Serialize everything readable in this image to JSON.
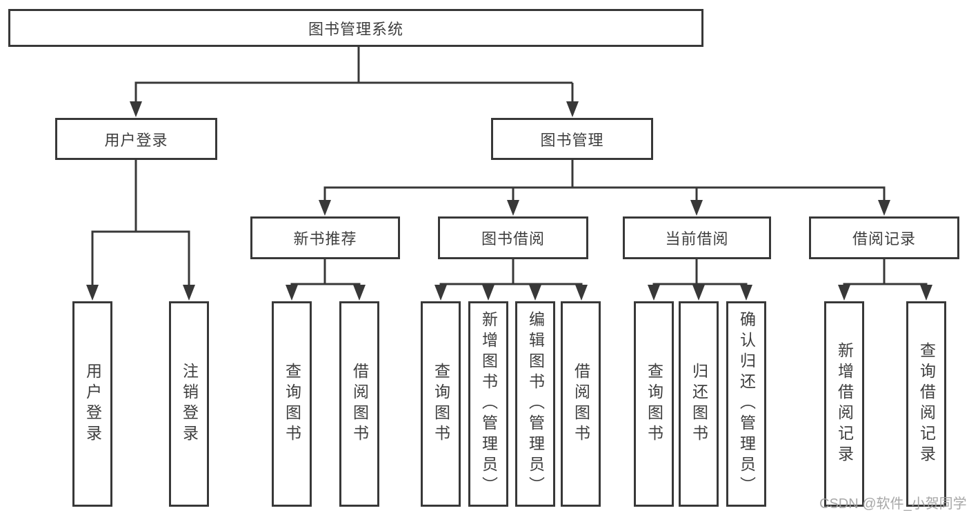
{
  "diagram": {
    "root": "图书管理系统",
    "branches": [
      {
        "label": "用户登录",
        "leaves": [
          "用户登录",
          "注销登录"
        ]
      },
      {
        "label": "图书管理",
        "groups": [
          {
            "label": "新书推荐",
            "leaves": [
              "查询图书",
              "借阅图书"
            ]
          },
          {
            "label": "图书借阅",
            "leaves": [
              "查询图书",
              "新增图书（管理员）",
              "编辑图书（管理员）",
              "借阅图书"
            ]
          },
          {
            "label": "当前借阅",
            "leaves": [
              "查询图书",
              "归还图书",
              "确认归还（管理员）"
            ]
          },
          {
            "label": "借阅记录",
            "leaves": [
              "新增借阅记录",
              "查询借阅记录"
            ]
          }
        ]
      }
    ]
  },
  "watermark": {
    "text": "CSDN @软件_小贺同学"
  },
  "colors": {
    "line": "#383838",
    "box_border": "#383838",
    "text": "#3e3e3e",
    "watermark": "#a0a0a0",
    "background": "#ffffff"
  }
}
